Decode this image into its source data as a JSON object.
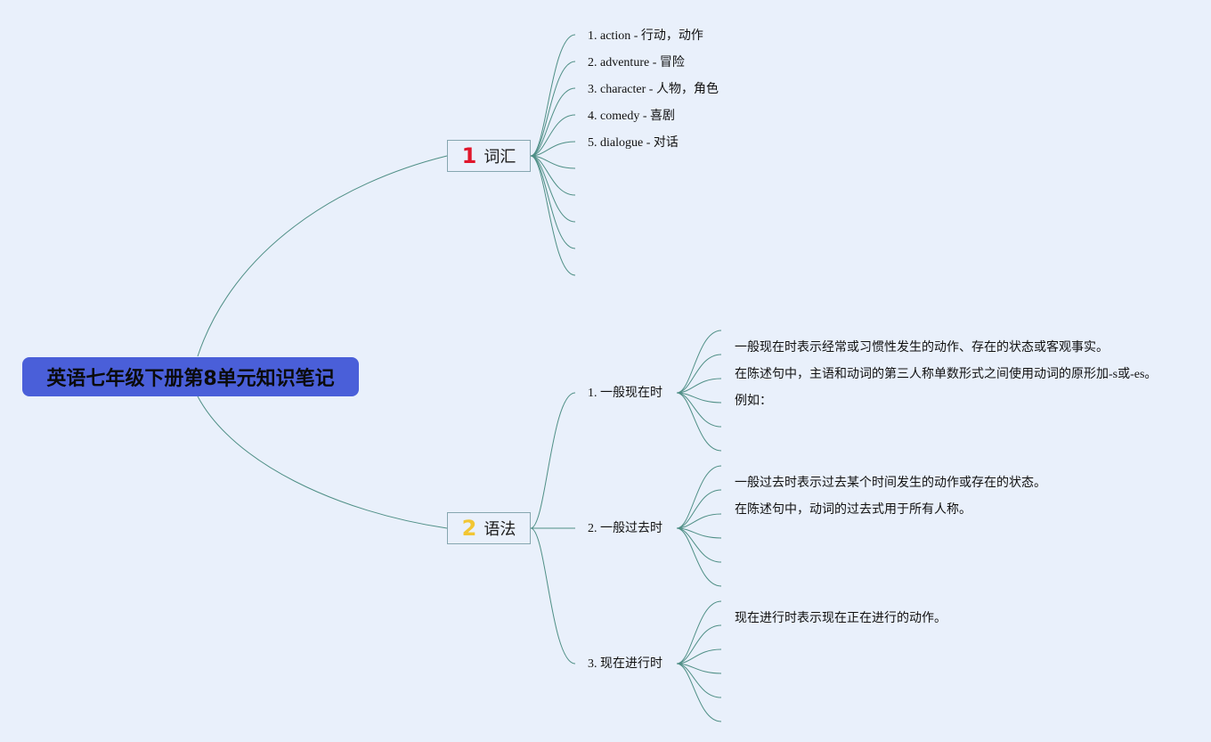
{
  "root": {
    "title": "英语七年级下册第8单元知识笔记"
  },
  "branches": [
    {
      "number": "1",
      "label": "词汇",
      "items": [
        "1. action - 行动，动作",
        "2. adventure - 冒险",
        "3. character - 人物，角色",
        "4. comedy - 喜剧",
        "5. dialogue - 对话",
        "",
        "",
        "",
        "",
        ""
      ]
    },
    {
      "number": "2",
      "label": "语法",
      "topics": [
        {
          "label": "1. 一般现在时",
          "items": [
            "",
            "一般现在时表示经常或习惯性发生的动作、存在的状态或客观事实。",
            "在陈述句中，主语和动词的第三人称单数形式之间使用动词的原形加-s或-es。",
            "例如：",
            "",
            ""
          ]
        },
        {
          "label": "2. 一般过去时",
          "items": [
            "",
            "一般过去时表示过去某个时间发生的动作或存在的状态。",
            "在陈述句中，动词的过去式用于所有人称。",
            "",
            "",
            ""
          ]
        },
        {
          "label": "3. 现在进行时",
          "items": [
            "",
            "现在进行时表示现在正在进行的动作。",
            "",
            "",
            "",
            ""
          ]
        }
      ]
    }
  ],
  "colors": {
    "background": "#e9f0fb",
    "root_fill": "#4a5fd9",
    "line": "#4f8f86",
    "branch_border": "#86a6b0",
    "number_1": "#e0162b",
    "number_2": "#f2c633"
  }
}
